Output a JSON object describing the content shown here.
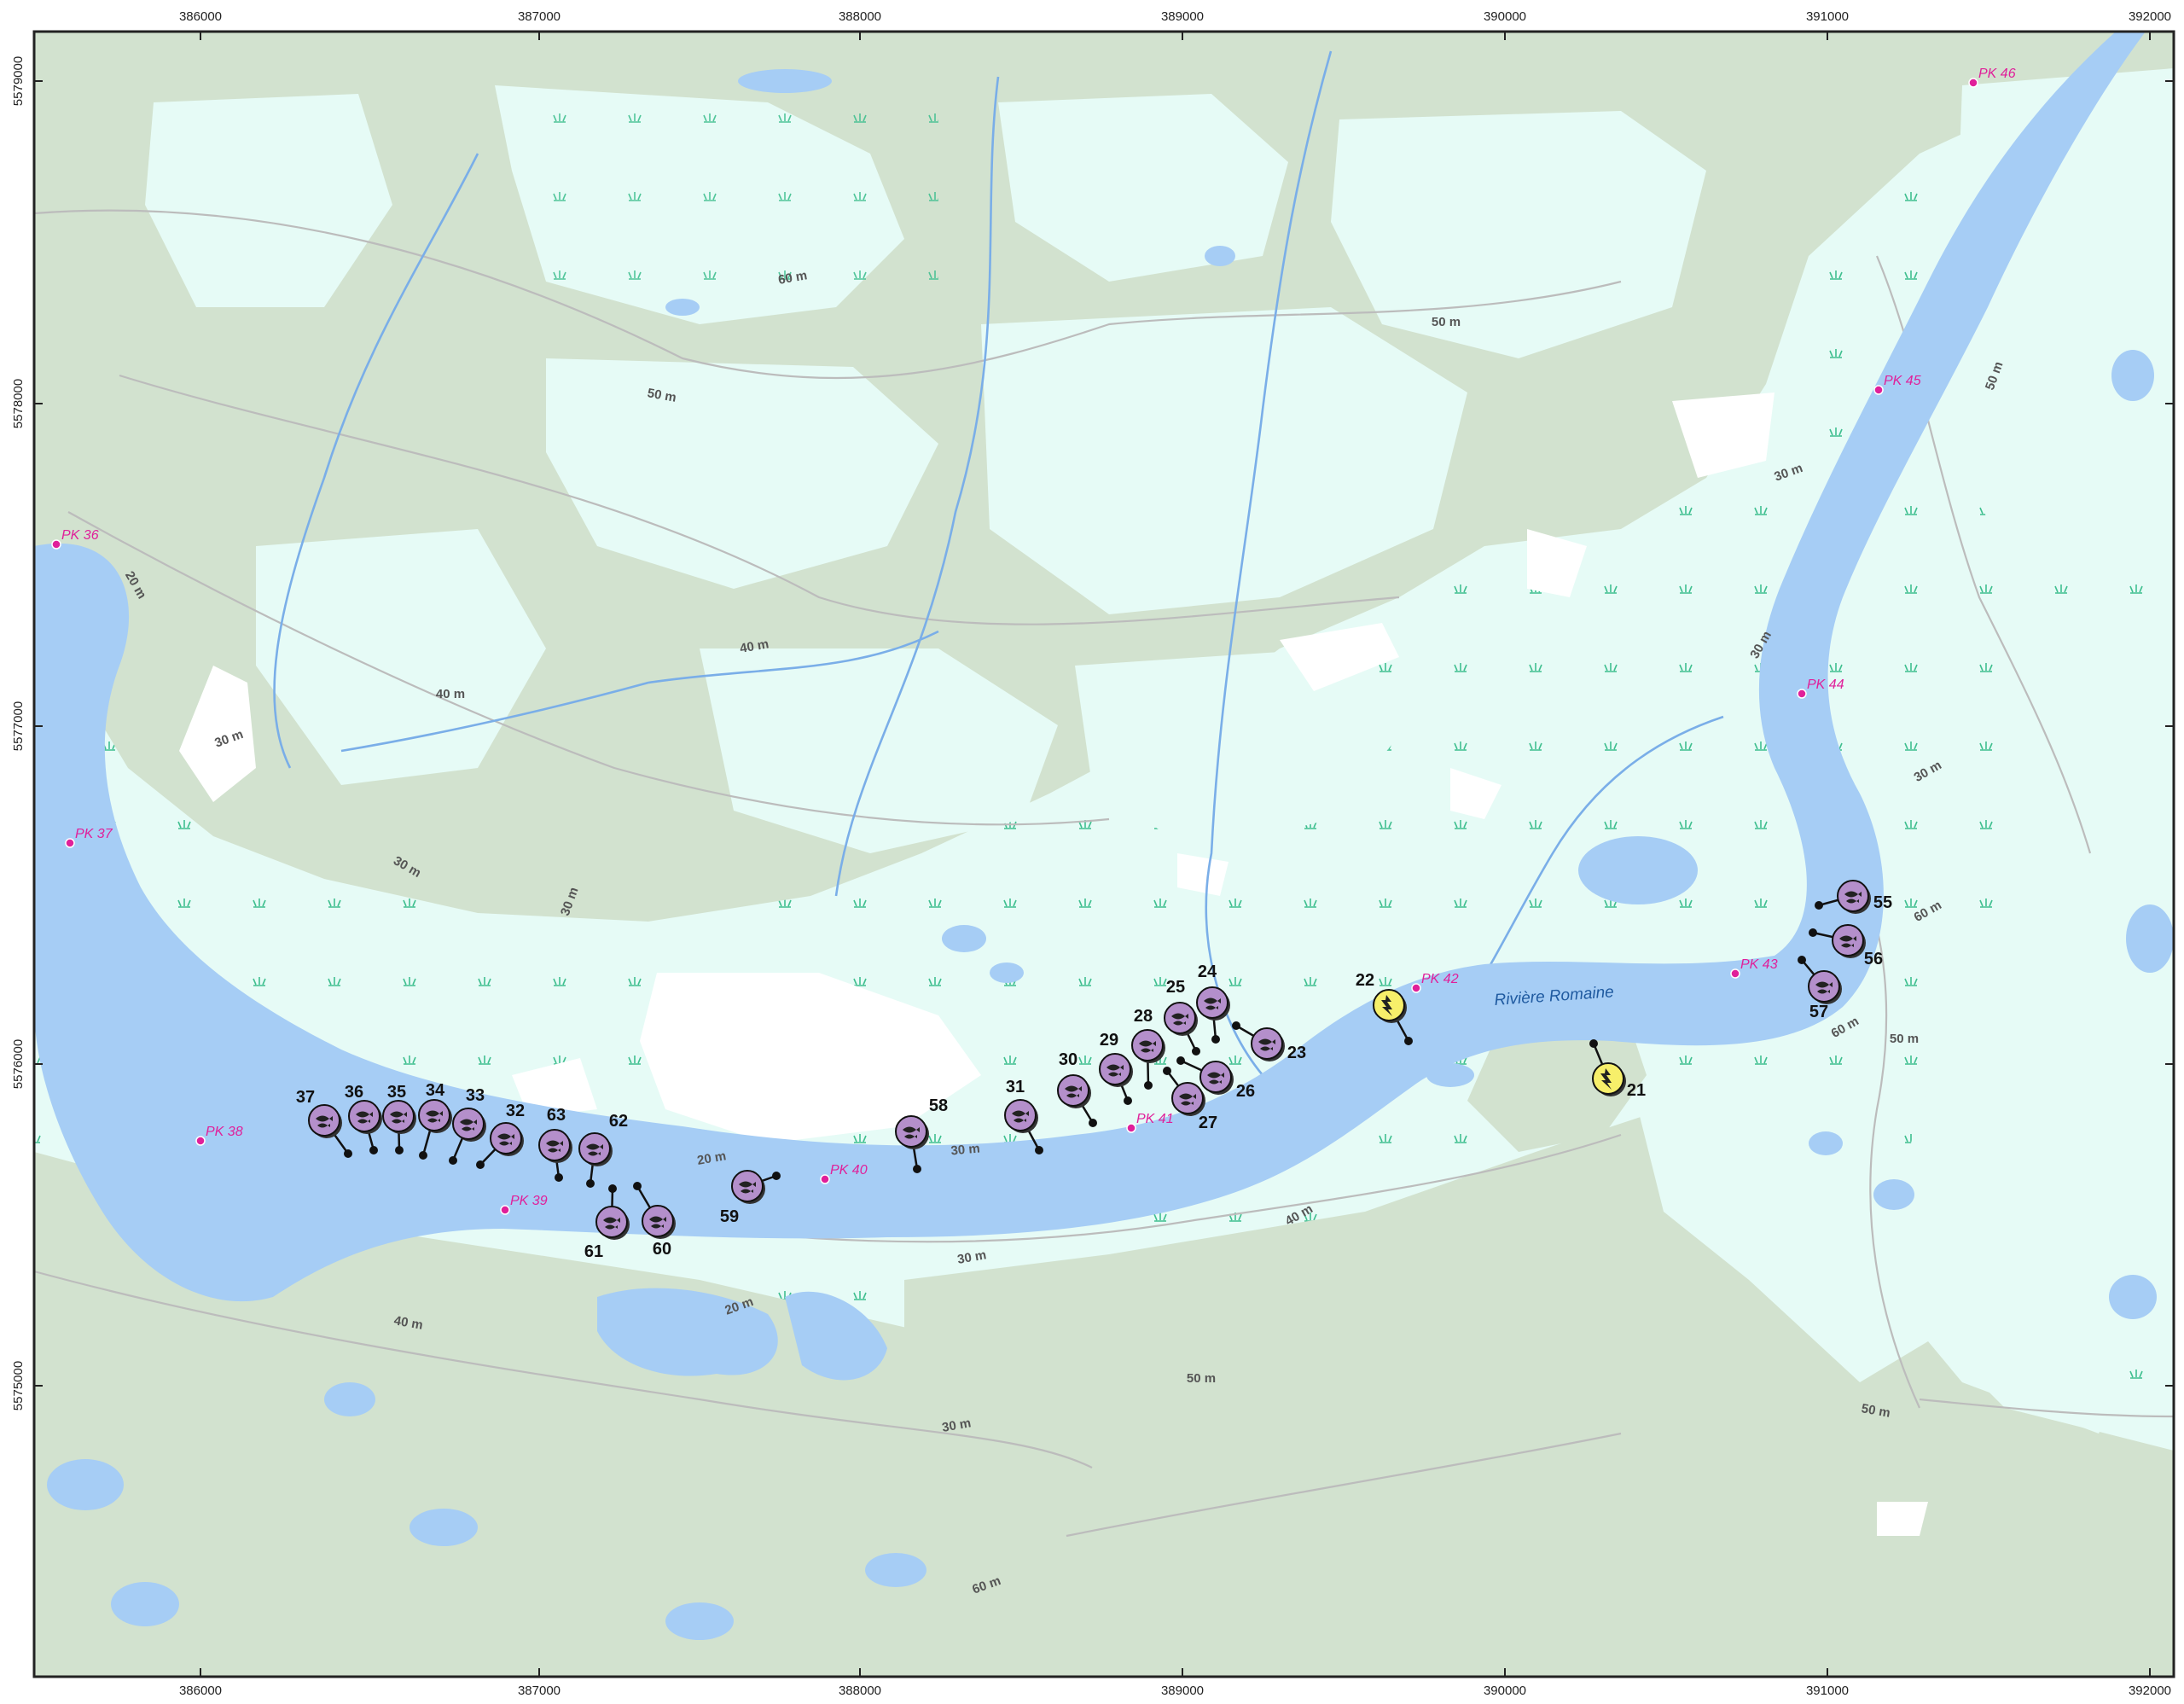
{
  "map": {
    "colors": {
      "water": "#a6cdf5",
      "forest": "#d2e2cf",
      "wetland": "#e6fbf6",
      "open": "#ffffff",
      "stream": "#7aaee8",
      "contour": "#bcbcbc",
      "pk": "#e0209a",
      "site_purple": "#b48fcb",
      "site_yellow": "#f7ef6a"
    },
    "x_ticks": [
      {
        "label": "386000"
      },
      {
        "label": "387000"
      },
      {
        "label": "388000"
      },
      {
        "label": "389000"
      },
      {
        "label": "390000"
      },
      {
        "label": "391000"
      },
      {
        "label": "392000"
      }
    ],
    "y_ticks": [
      {
        "label": "5579000"
      },
      {
        "label": "5578000"
      },
      {
        "label": "5577000"
      },
      {
        "label": "5576000"
      },
      {
        "label": "5575000"
      }
    ],
    "river_name": "Rivière Romaine",
    "pk_markers": [
      {
        "label": "PK 36"
      },
      {
        "label": "PK 37"
      },
      {
        "label": "PK 38"
      },
      {
        "label": "PK 39"
      },
      {
        "label": "PK 40"
      },
      {
        "label": "PK 41"
      },
      {
        "label": "PK 42"
      },
      {
        "label": "PK 43"
      },
      {
        "label": "PK 44"
      },
      {
        "label": "PK 45"
      },
      {
        "label": "PK 46"
      }
    ],
    "contour_labels": [
      {
        "label": "60 m"
      },
      {
        "label": "50 m"
      },
      {
        "label": "50 m"
      },
      {
        "label": "20 m"
      },
      {
        "label": "40 m"
      },
      {
        "label": "40 m"
      },
      {
        "label": "30 m"
      },
      {
        "label": "30 m"
      },
      {
        "label": "30 m"
      },
      {
        "label": "30 m"
      },
      {
        "label": "30 m"
      },
      {
        "label": "50 m"
      },
      {
        "label": "30 m"
      },
      {
        "label": "60 m"
      },
      {
        "label": "60 m"
      },
      {
        "label": "20 m"
      },
      {
        "label": "30 m"
      },
      {
        "label": "30 m"
      },
      {
        "label": "20 m"
      },
      {
        "label": "40 m"
      },
      {
        "label": "40 m"
      },
      {
        "label": "50 m"
      },
      {
        "label": "30 m"
      },
      {
        "label": "50 m"
      },
      {
        "label": "60 m"
      },
      {
        "label": "50 m"
      }
    ],
    "sites_purple": [
      {
        "label": "37"
      },
      {
        "label": "36"
      },
      {
        "label": "35"
      },
      {
        "label": "34"
      },
      {
        "label": "33"
      },
      {
        "label": "32"
      },
      {
        "label": "63"
      },
      {
        "label": "62"
      },
      {
        "label": "61"
      },
      {
        "label": "60"
      },
      {
        "label": "59"
      },
      {
        "label": "58"
      },
      {
        "label": "31"
      },
      {
        "label": "30"
      },
      {
        "label": "29"
      },
      {
        "label": "28"
      },
      {
        "label": "27"
      },
      {
        "label": "26"
      },
      {
        "label": "25"
      },
      {
        "label": "24"
      },
      {
        "label": "23"
      },
      {
        "label": "55"
      },
      {
        "label": "56"
      },
      {
        "label": "57"
      }
    ],
    "sites_yellow": [
      {
        "label": "22"
      },
      {
        "label": "21"
      }
    ]
  }
}
